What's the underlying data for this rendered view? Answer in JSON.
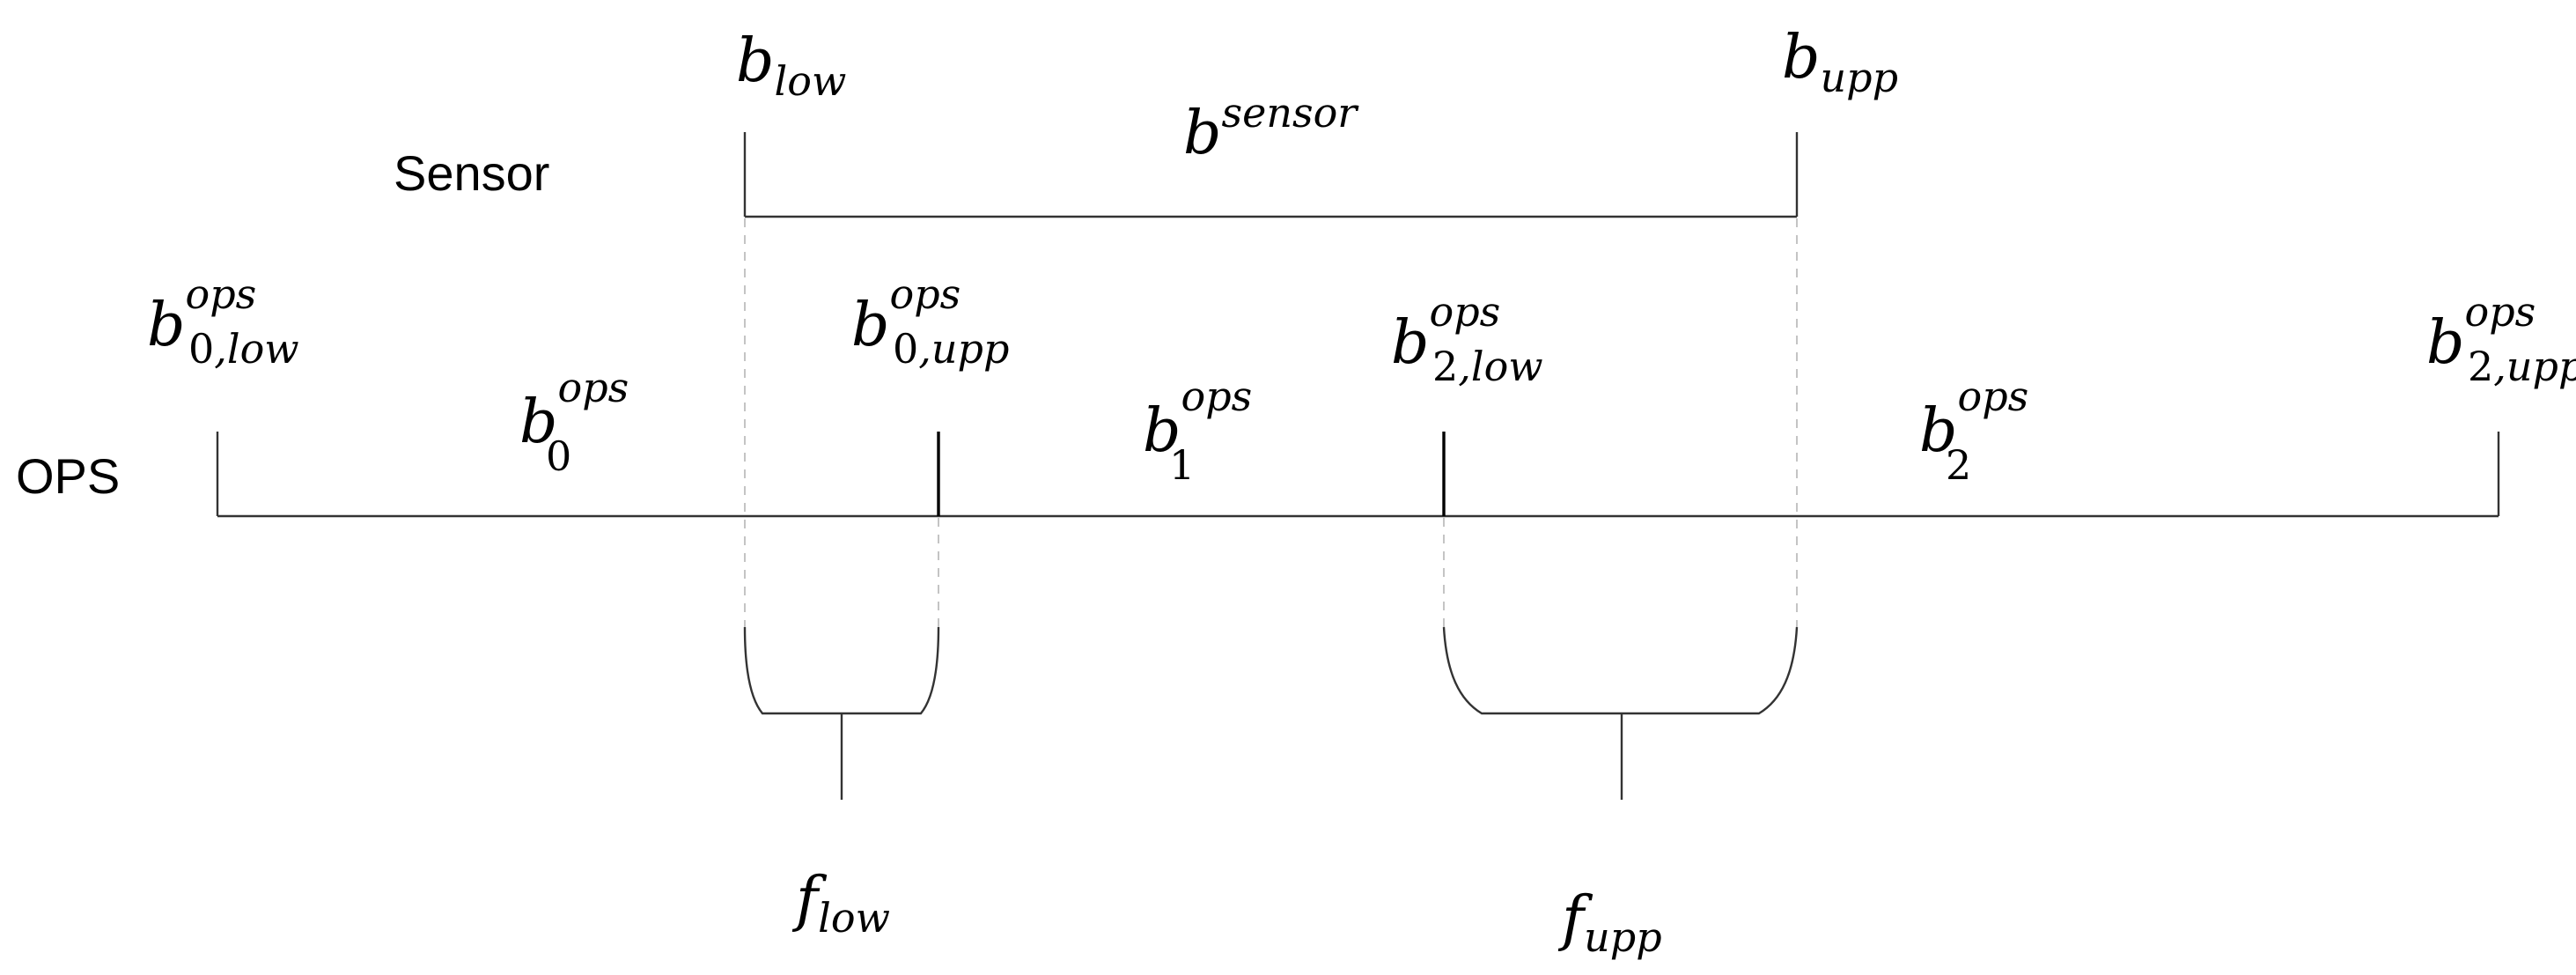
{
  "rows": {
    "sensor": "Sensor",
    "ops": "OPS"
  },
  "sensor": {
    "low": {
      "base": "b",
      "sub": "low"
    },
    "upp": {
      "base": "b",
      "sub": "upp"
    },
    "interval": {
      "base": "b",
      "sup": "sensor"
    }
  },
  "ops": {
    "b0_low": {
      "base": "b",
      "sup": "ops",
      "sub_num": "0",
      "sub_rest": ",low"
    },
    "b0_upp": {
      "base": "b",
      "sup": "ops",
      "sub_num": "0",
      "sub_rest": ",upp"
    },
    "b2_low": {
      "base": "b",
      "sup": "ops",
      "sub_num": "2",
      "sub_rest": ",low"
    },
    "b2_upp": {
      "base": "b",
      "sup": "ops",
      "sub_num": "2",
      "sub_rest": ",upp"
    },
    "b0": {
      "base": "b",
      "sup": "ops",
      "sub_num": "0"
    },
    "b1": {
      "base": "b",
      "sup": "ops",
      "sub_num": "1"
    },
    "b2": {
      "base": "b",
      "sup": "ops",
      "sub_num": "2"
    }
  },
  "fractions": {
    "f_low": {
      "base": "f",
      "sub": "low"
    },
    "f_upp": {
      "base": "f",
      "sub": "upp"
    }
  }
}
